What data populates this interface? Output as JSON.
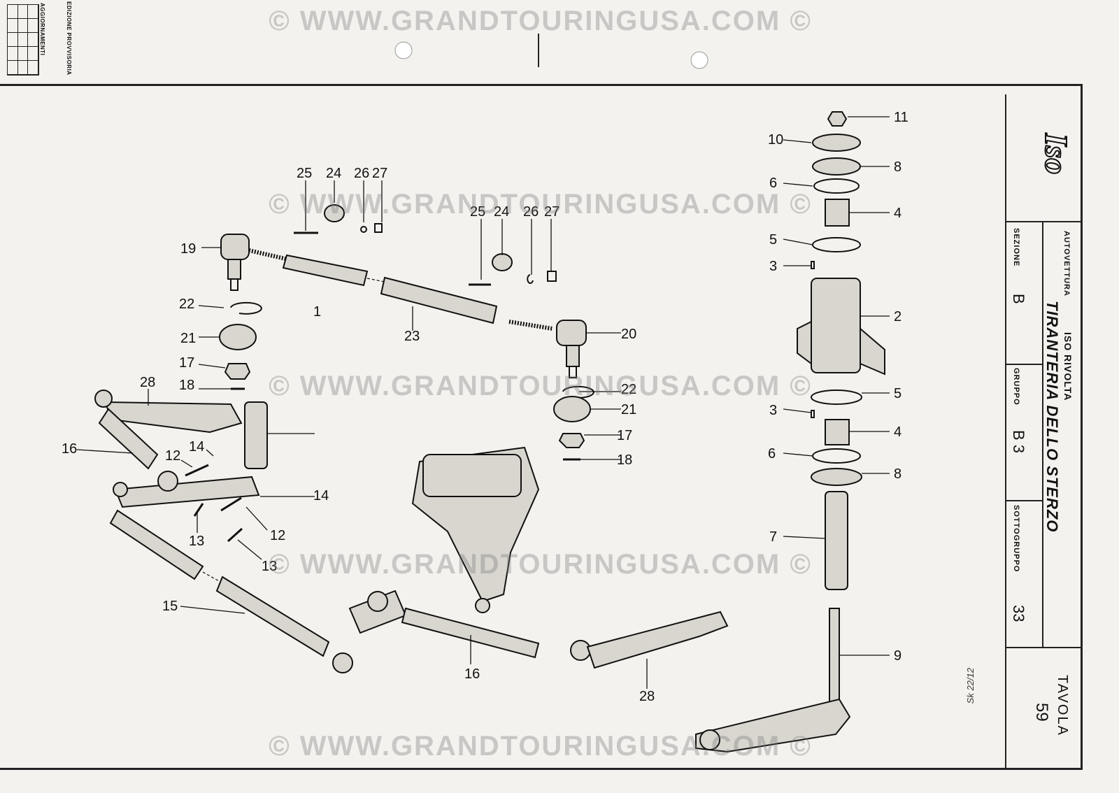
{
  "revision_block": {
    "edition_label": "EDIZIONE PROVVISORIA",
    "updates_label": "AGGIORNAMENTI"
  },
  "title_block": {
    "logo_text": "Iso",
    "vehicle_label": "AUTOVETTURA",
    "vehicle_name": "ISO RIVOLTA",
    "drawing_title": "TIRANTERIA DELLO STERZO",
    "section_label": "SEZIONE",
    "section_value": "B",
    "group_label": "GRUPPO",
    "group_value": "B 3",
    "subgroup_label": "SOTTOGRUPPO",
    "subgroup_value": "33",
    "table_label": "TAVOLA",
    "table_value": "59"
  },
  "handwritten_note": "Sk 22/12",
  "watermark": "© WWW.GRANDTOURINGUSA.COM ©",
  "callouts": {
    "c1": "1",
    "c2": "2",
    "c3a": "3",
    "c3b": "3",
    "c4a": "4",
    "c4b": "4",
    "c5a": "5",
    "c5b": "5",
    "c6a": "6",
    "c6b": "6",
    "c7": "7",
    "c8a": "8",
    "c8b": "8",
    "c9": "9",
    "c10": "10",
    "c11": "11",
    "c12a": "12",
    "c12b": "12",
    "c13a": "13",
    "c13b": "13",
    "c14a": "14",
    "c14b": "14",
    "c15": "15",
    "c16a": "16",
    "c16b": "16",
    "c17a": "17",
    "c17b": "17",
    "c18a": "18",
    "c18b": "18",
    "c19": "19",
    "c20": "20",
    "c21a": "21",
    "c21b": "21",
    "c22a": "22",
    "c22b": "22",
    "c23": "23",
    "c24a": "24",
    "c24b": "24",
    "c25a": "25",
    "c25b": "25",
    "c26a": "26",
    "c26b": "26",
    "c27a": "27",
    "c27b": "27",
    "c28a": "28",
    "c28b": "28"
  }
}
